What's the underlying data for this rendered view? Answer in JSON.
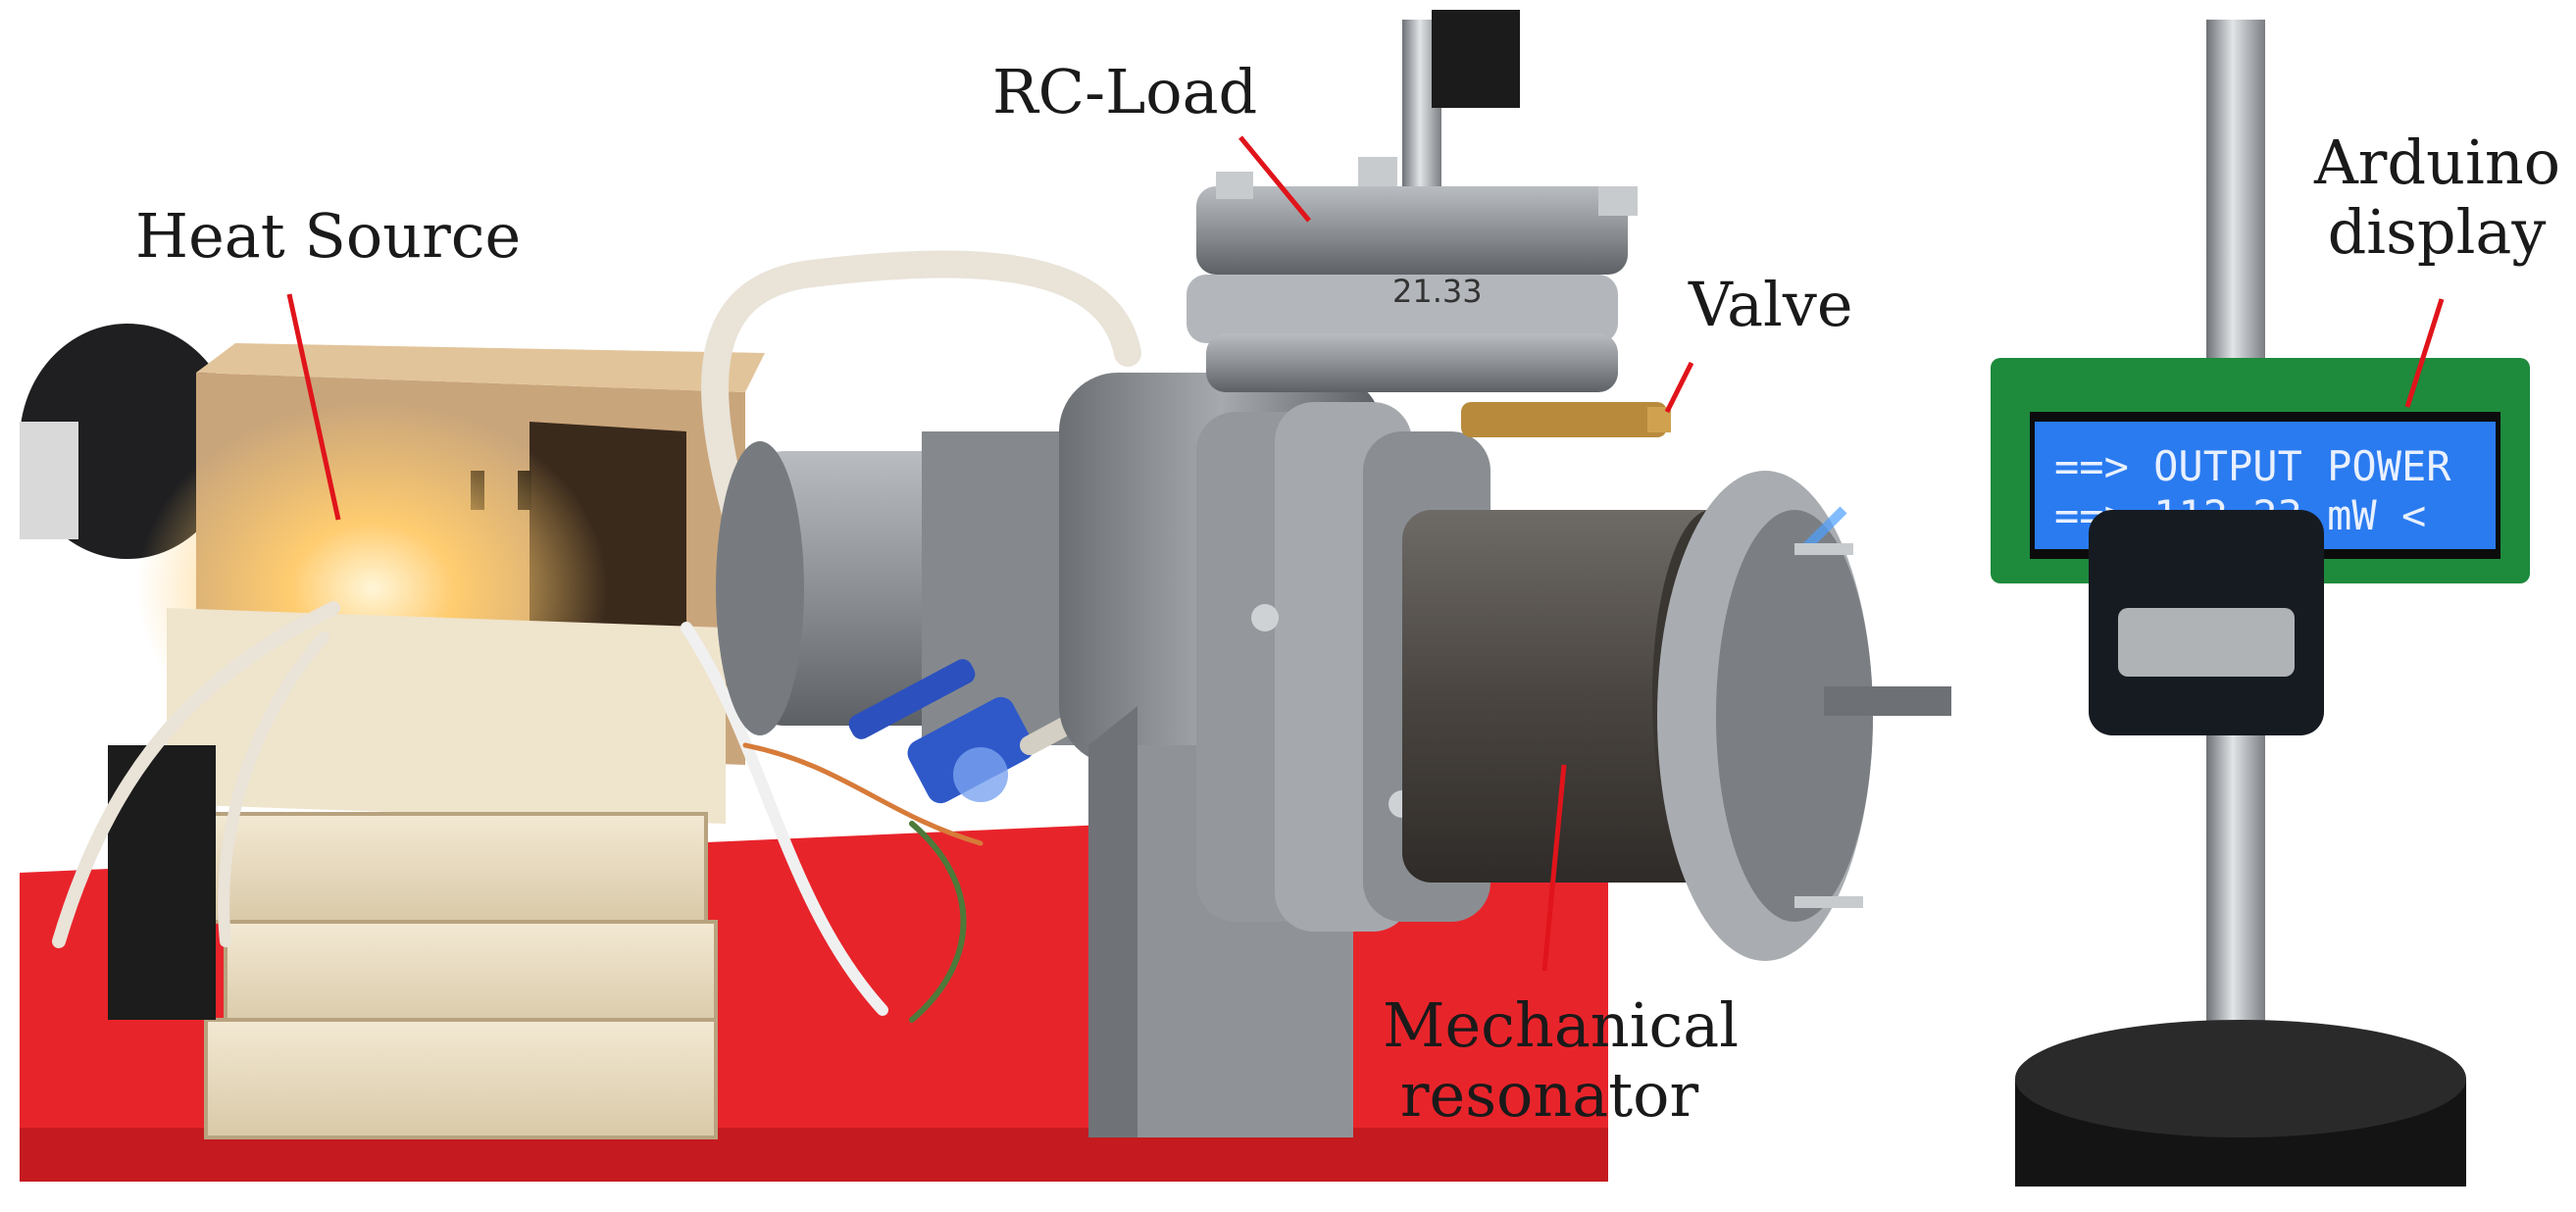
{
  "labels": {
    "heat_source": "Heat Source",
    "rc_load": "RC-Load",
    "valve": "Valve",
    "arduino_line1": "Arduino",
    "arduino_line2": "display",
    "resonator_line1": "Mechanical",
    "resonator_line2": "resonator"
  },
  "lcd": {
    "line1": "==> OUTPUT POWER",
    "line2": "==> 112.23 mW <"
  },
  "colors": {
    "leader_line": "#e0141b",
    "base_plate": "#e8242b",
    "metal": "#8e9296",
    "lcd_screen": "#2a7bf0",
    "lcd_board": "#1e8a3c"
  }
}
